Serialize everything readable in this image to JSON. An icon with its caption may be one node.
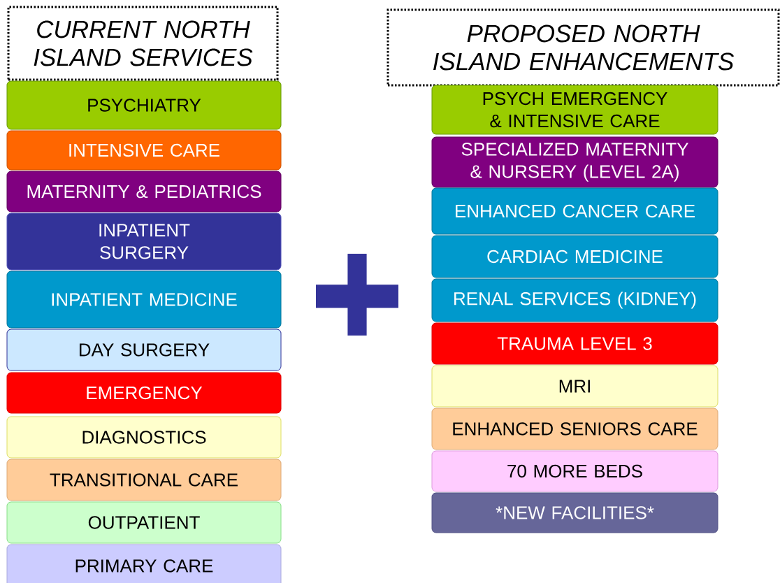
{
  "diagram": {
    "nodes": [
      {
        "text": [
          "CURRENT NORTH ISLAND SERVICES"
        ]
      },
      {
        "text": [
          "PSYCHIATRY"
        ]
      },
      {
        "text": [
          "INTENSIVE CARE"
        ]
      },
      {
        "text": [
          "MATERNITY & PEDIATRICS"
        ]
      },
      {
        "text": [
          "INPATIENT SURGERY"
        ]
      },
      {
        "text": [
          "INPATIENT MEDICINE"
        ]
      },
      {
        "text": [
          "DAY SURGERY"
        ]
      },
      {
        "text": [
          "EMERGENCY"
        ]
      },
      {
        "text": [
          "DIAGNOSTICS"
        ]
      },
      {
        "text": [
          "TRANSITIONAL CARE"
        ]
      },
      {
        "text": [
          "OUTPATIENT"
        ]
      },
      {
        "text": [
          "PRIMARY CARE"
        ]
      },
      {
        "text": [],
        "shape": "plus"
      },
      {
        "text": [
          "PROPOSED NORTH ISLAND ENHANCEMENTS"
        ]
      },
      {
        "text": [
          "PSYCH EMERGENCY & INTENSIVE CARE"
        ]
      },
      {
        "text": [
          "SPECIALIZED MATERNITY & NURSERY (LEVEL 2A)"
        ]
      },
      {
        "text": [
          "ENHANCED CANCER CARE"
        ]
      },
      {
        "text": [
          "CARDIAC MEDICINE"
        ]
      },
      {
        "text": [
          "RENAL SERVICES (KIDNEY)"
        ]
      },
      {
        "text": [
          "TRAUMA LEVEL 3"
        ]
      },
      {
        "text": [
          "MRI"
        ]
      },
      {
        "text": [
          "ENHANCED SENIORS CARE"
        ]
      },
      {
        "text": [
          "70 MORE BEDS"
        ]
      },
      {
        "text": [
          "*NEW FACILITIES*"
        ]
      }
    ]
  }
}
